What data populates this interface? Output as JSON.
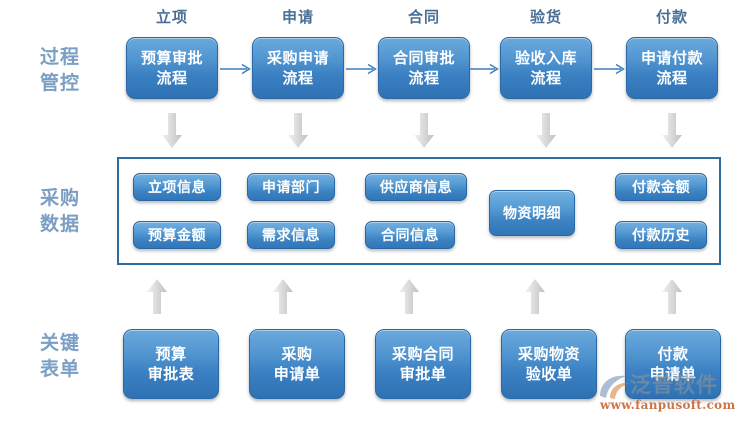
{
  "diagram": {
    "row_labels": [
      {
        "name": "process-control",
        "line1": "过程",
        "line2": "管控"
      },
      {
        "name": "procurement-data",
        "line1": "采购",
        "line2": "数据"
      },
      {
        "name": "key-forms",
        "line1": "关键",
        "line2": "表单"
      }
    ],
    "stage_captions": [
      "立项",
      "申请",
      "合同",
      "验货",
      "付款"
    ],
    "process_boxes": [
      {
        "line1": "预算审批",
        "line2": "流程"
      },
      {
        "line1": "采购申请",
        "line2": "流程"
      },
      {
        "line1": "合同审批",
        "line2": "流程"
      },
      {
        "line1": "验收入库",
        "line2": "流程"
      },
      {
        "line1": "申请付款",
        "line2": "流程"
      }
    ],
    "data_chips": [
      {
        "label": "立项信息"
      },
      {
        "label": "申请部门"
      },
      {
        "label": "供应商信息"
      },
      {
        "label": "付款金额"
      },
      {
        "label": "预算金额"
      },
      {
        "label": "需求信息"
      },
      {
        "label": "合同信息"
      },
      {
        "label": "付款历史"
      },
      {
        "label": "物资明细"
      }
    ],
    "form_boxes": [
      {
        "line1": "预算",
        "line2": "审批表"
      },
      {
        "line1": "采购",
        "line2": "申请单"
      },
      {
        "line1": "采购合同",
        "line2": "审批单"
      },
      {
        "line1": "采购物资",
        "line2": "验收单"
      },
      {
        "line1": "付款",
        "line2": "申请单"
      }
    ],
    "watermark": {
      "brand": "泛普软件",
      "url": "www.fanpusoft.com"
    },
    "colors": {
      "box_blue_light": "#6aa9dc",
      "box_blue_dark": "#2f72b4",
      "panel_border": "#2e6da4",
      "label_text": "#7a9ec4",
      "caption_text": "#4a6f96",
      "arrow_gray": "#d6d6d6",
      "connector_blue": "#3a7fbf",
      "background": "#ffffff"
    }
  }
}
